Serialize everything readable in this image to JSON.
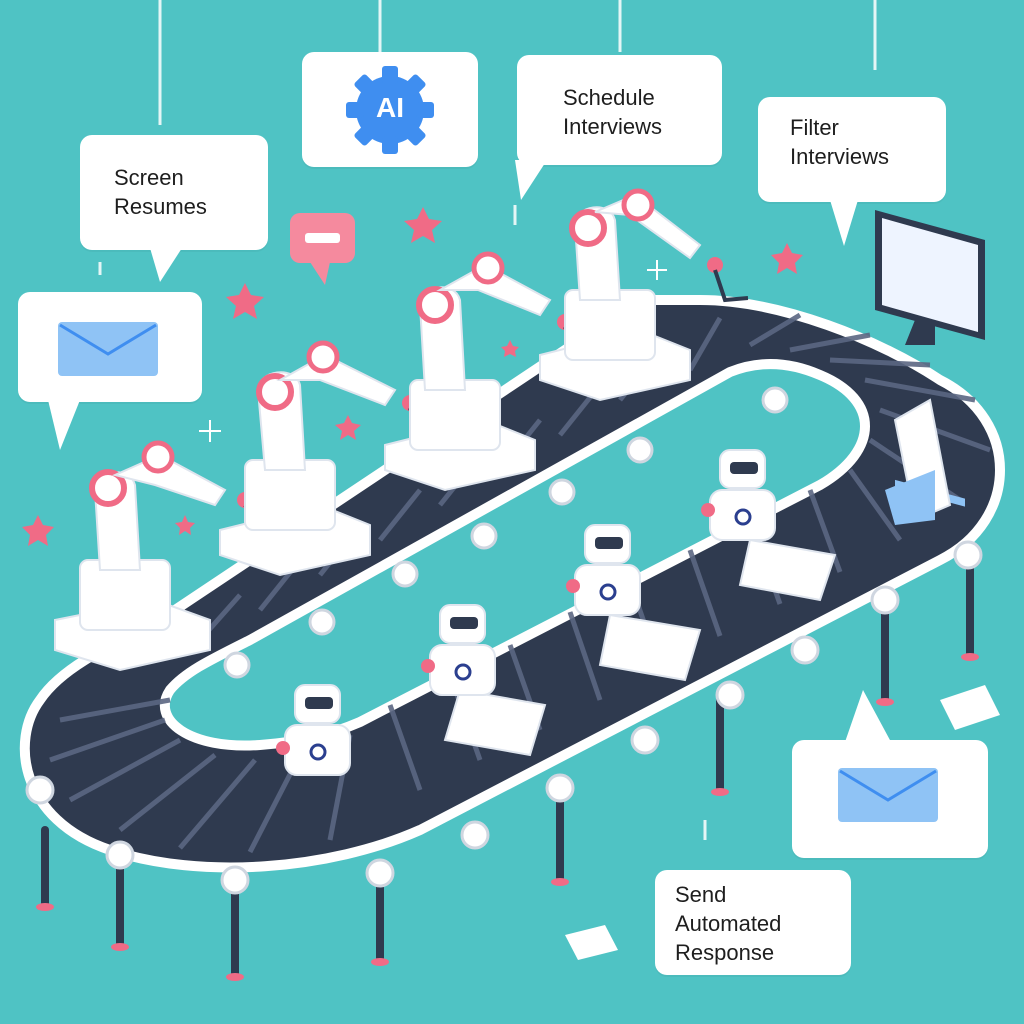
{
  "bubbles": {
    "screen_resumes": "Screen\nResumes",
    "ai_badge": "AI",
    "schedule_interviews": "Schedule\nInterviews",
    "filter_interviews": "Filter\nInterviews",
    "send_automated_response": "Send\nAutomated\nResponse"
  },
  "colors": {
    "background": "#4fc3c4",
    "bubble": "#ffffff",
    "ai_gear": "#3f8ef0",
    "envelope": "#8fc3f5",
    "accent_pink": "#f06b86",
    "belt_dark": "#2f3a4f",
    "belt_rim": "#ffffff"
  },
  "icons": [
    "gear-icon",
    "envelope-icon",
    "chat-icon",
    "sparkle-icon",
    "monitor-icon",
    "document-icon",
    "robot-arm-icon",
    "robot-icon"
  ]
}
